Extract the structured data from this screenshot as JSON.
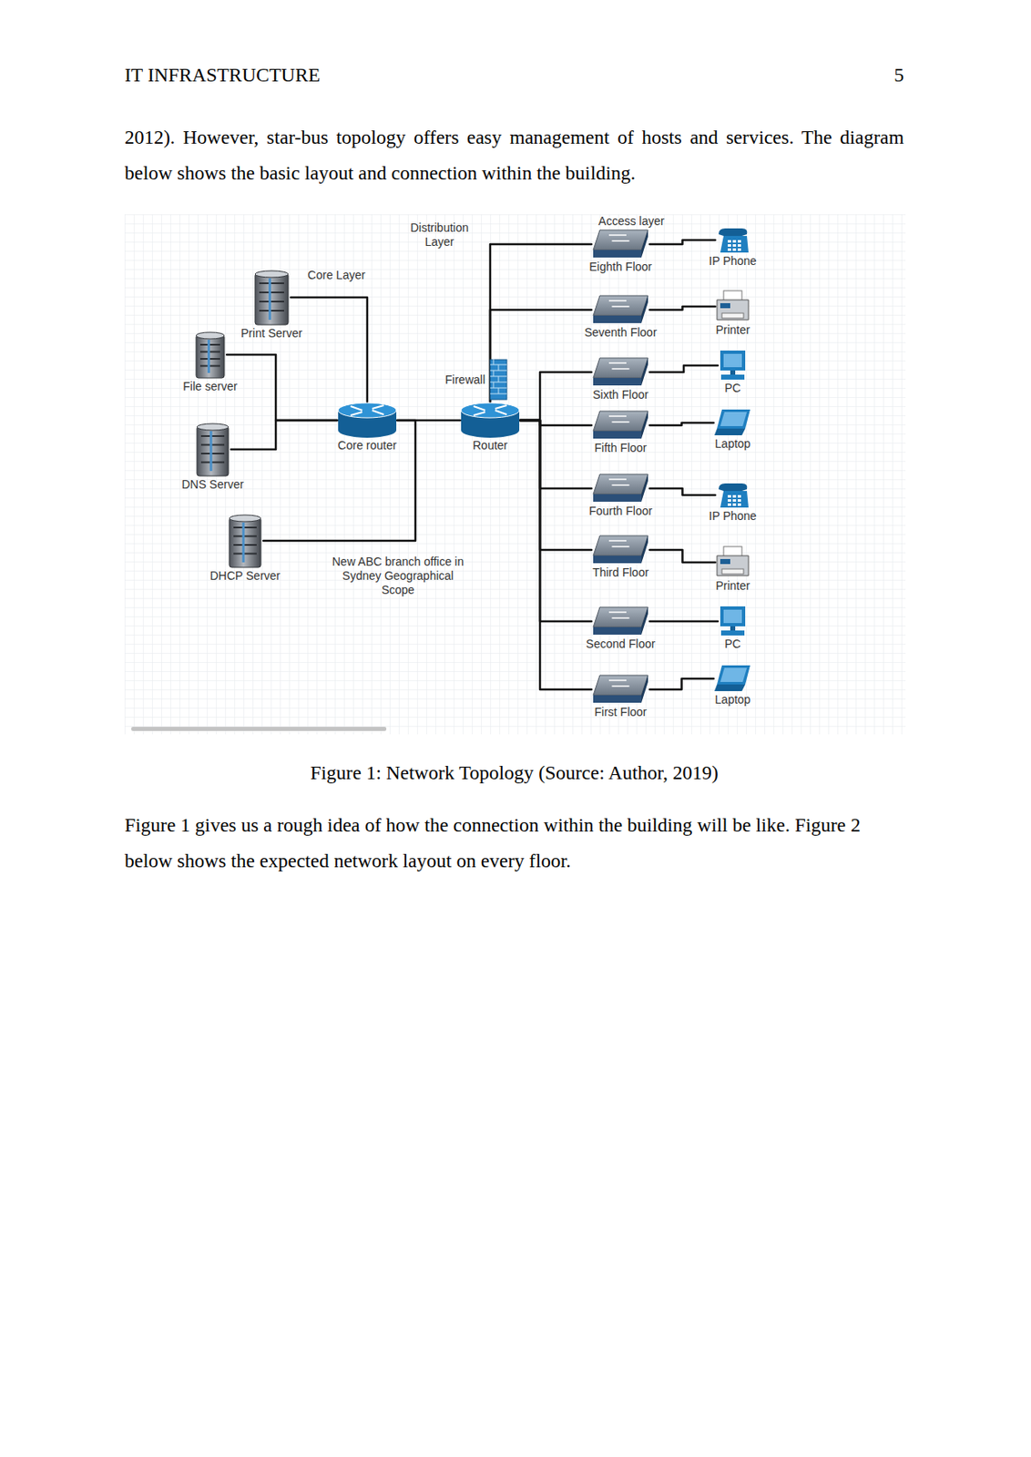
{
  "diagram": {
    "caption": "Figure 1: Network Topology (Source: Author, 2019)",
    "nodes": [
      {
        "text": [
          "Print Server"
        ]
      },
      {
        "text": [
          "File server"
        ]
      },
      {
        "text": [
          "DNS Server"
        ]
      },
      {
        "text": [
          "DHCP Server"
        ]
      },
      {
        "text": [
          "Core router"
        ]
      },
      {
        "text": [
          "Firewall"
        ]
      },
      {
        "text": [
          "Router"
        ]
      },
      {
        "text": [
          "Eighth Floor"
        ]
      },
      {
        "text": [
          "Seventh Floor"
        ]
      },
      {
        "text": [
          "Sixth Floor"
        ]
      },
      {
        "text": [
          "Fifth Floor"
        ]
      },
      {
        "text": [
          "Fourth Floor"
        ]
      },
      {
        "text": [
          "Third Floor"
        ]
      },
      {
        "text": [
          "Second Floor"
        ]
      },
      {
        "text": [
          "First Floor"
        ]
      },
      {
        "text": [
          "IP Phone"
        ]
      },
      {
        "text": [
          "Printer"
        ]
      },
      {
        "text": [
          "PC"
        ]
      },
      {
        "text": [
          "Laptop"
        ]
      },
      {
        "text": [
          "IP Phone"
        ]
      },
      {
        "text": [
          "Printer"
        ]
      },
      {
        "text": [
          "PC"
        ]
      },
      {
        "text": [
          "Laptop"
        ]
      }
    ],
    "edges": [
      {
        "from": 0,
        "to": 4,
        "arrow": "none"
      },
      {
        "from": 1,
        "to": 4,
        "arrow": "none"
      },
      {
        "from": 2,
        "to": 4,
        "arrow": "none"
      },
      {
        "from": 3,
        "to": 4,
        "arrow": "none"
      },
      {
        "from": 4,
        "to": 6,
        "arrow": "none"
      },
      {
        "from": 6,
        "to": 7,
        "arrow": "none"
      },
      {
        "from": 6,
        "to": 8,
        "arrow": "none"
      },
      {
        "from": 6,
        "to": 9,
        "arrow": "none"
      },
      {
        "from": 6,
        "to": 10,
        "arrow": "none"
      },
      {
        "from": 6,
        "to": 11,
        "arrow": "none"
      },
      {
        "from": 6,
        "to": 12,
        "arrow": "none"
      },
      {
        "from": 6,
        "to": 13,
        "arrow": "none"
      },
      {
        "from": 6,
        "to": 14,
        "arrow": "none"
      },
      {
        "from": 7,
        "to": 15,
        "arrow": "none"
      },
      {
        "from": 8,
        "to": 16,
        "arrow": "none"
      },
      {
        "from": 9,
        "to": 17,
        "arrow": "none"
      },
      {
        "from": 10,
        "to": 18,
        "arrow": "none"
      },
      {
        "from": 11,
        "to": 19,
        "arrow": "none"
      },
      {
        "from": 12,
        "to": 20,
        "arrow": "none"
      },
      {
        "from": 13,
        "to": 21,
        "arrow": "none"
      },
      {
        "from": 14,
        "to": 22,
        "arrow": "none"
      }
    ],
    "labels": [
      "IT INFRASTRUCTURE",
      "5",
      "2012). However, star-bus topology offers easy management of hosts and services. The diagram below shows the basic layout and connection within the building.",
      "Distribution Layer",
      "Access layer",
      "Core Layer",
      "New ABC branch office in Sydney Geographical Scope",
      "Figure 1 gives us a rough idea of how the connection within the building will be like. Figure 2 below shows the expected network layout on every floor."
    ]
  }
}
